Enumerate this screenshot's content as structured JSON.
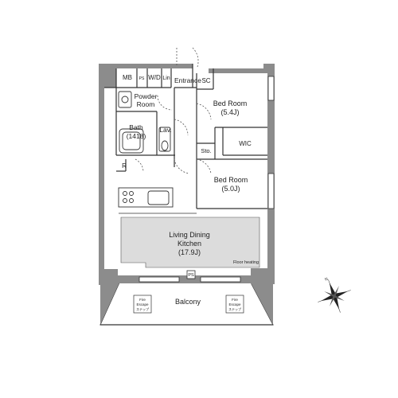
{
  "rooms": {
    "mb": "MB",
    "ps_small": "PS",
    "wd": "W/D",
    "lin": "Lin",
    "entrance": "Entrance",
    "sc": "SC",
    "powder_room_line1": "Powder",
    "powder_room_line2": "Room",
    "bath_line1": "Bath",
    "bath_line2": "(1418)",
    "lav": "Lav.",
    "bedroom1_line1": "Bed Room",
    "bedroom1_line2": "(5.4J)",
    "wic": "WIC",
    "sto": "Sto.",
    "refrigerator": "R",
    "bedroom2_line1": "Bed Room",
    "bedroom2_line2": "(5.0J)",
    "ldk_line1": "Living Dining",
    "ldk_line2": "Kitchen",
    "ldk_line3": "(17.9J)",
    "floor_heating": "Floor heating",
    "ps_balcony": "PS",
    "balcony": "Balcony",
    "fire_escape_left_line1": "Fire",
    "fire_escape_left_line2": "Escape",
    "fire_escape_left_line3": "ステップ",
    "fire_escape_right_line1": "Fire",
    "fire_escape_right_line2": "Escape",
    "fire_escape_right_line3": "ステップ"
  },
  "compass": {
    "north_label": "N"
  },
  "colors": {
    "wall": "#8c8c8c",
    "ldk_fill": "#dcdcdc",
    "line": "#333333"
  }
}
